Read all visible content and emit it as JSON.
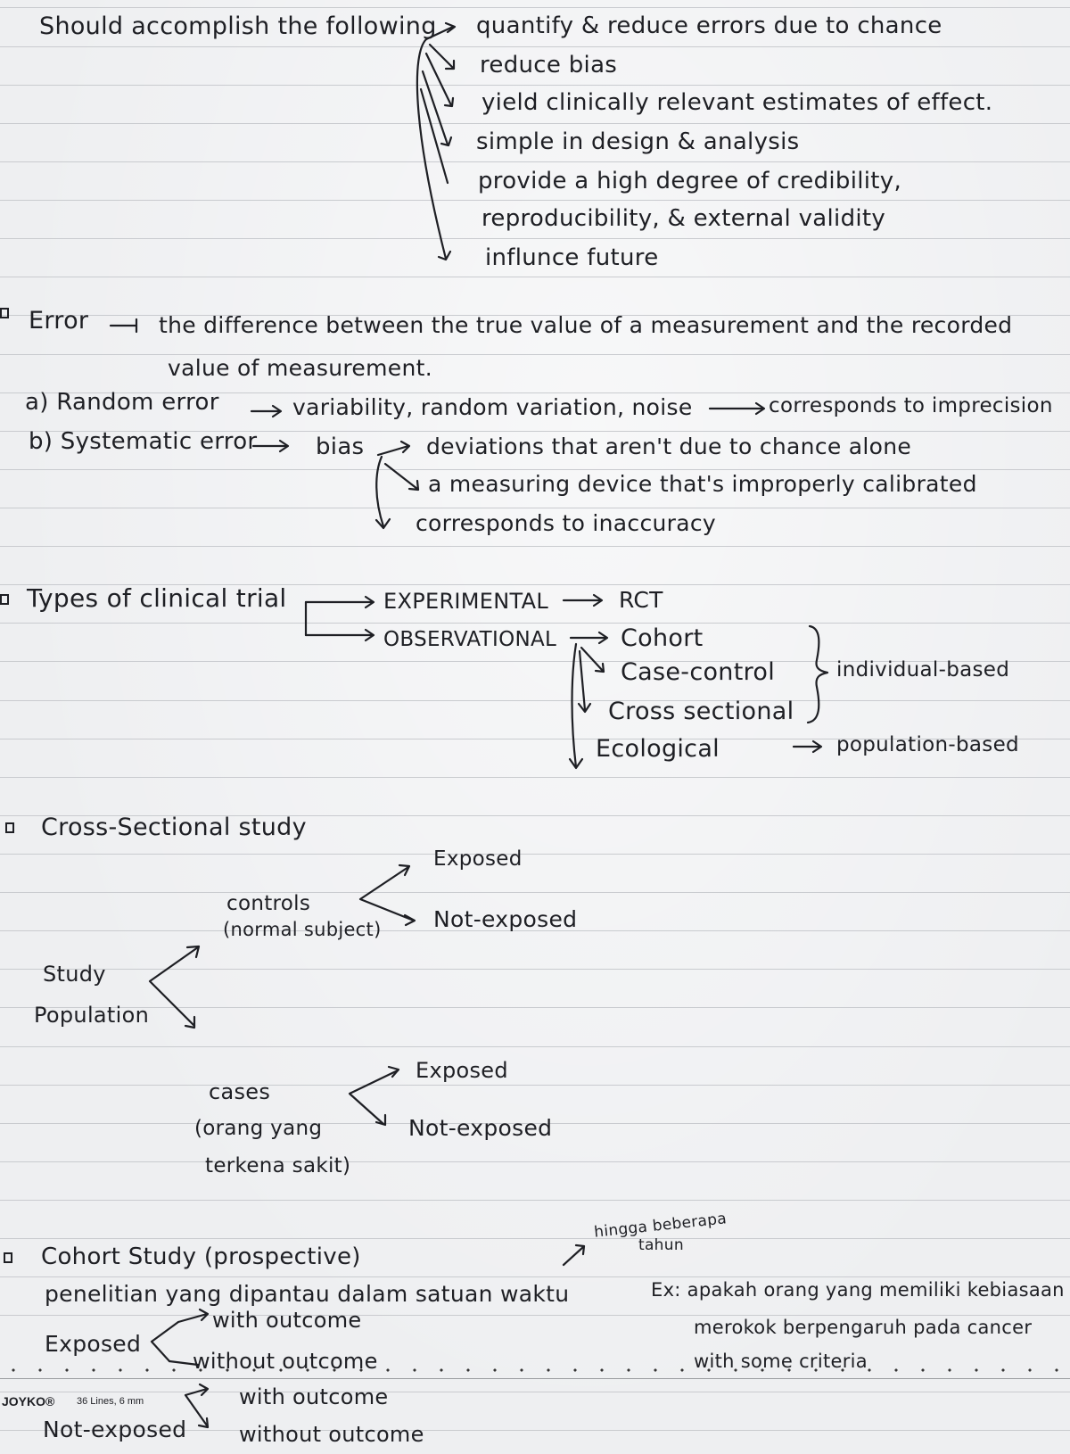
{
  "accomplish": {
    "intro": "Should accomplish the following",
    "items": [
      "quantify & reduce errors due to chance",
      "reduce bias",
      "yield clinically relevant estimates of effect.",
      "simple in design & analysis",
      "provide a high degree of credibility,",
      "reproducibility, & external validity",
      "influnce future"
    ]
  },
  "error": {
    "label": "Error",
    "definition_line1": "the difference between the true value of a measurement and the recorded",
    "definition_line2": "value of measurement.",
    "random_label": "a) Random error",
    "random_desc": "variability, random variation, noise",
    "random_result": "corresponds to imprecision",
    "systematic_label": "b) Systematic error",
    "systematic_term": "bias",
    "systematic_items": [
      "deviations that aren't due to chance alone",
      "a measuring device that's improperly calibrated",
      "corresponds to inaccuracy"
    ]
  },
  "trial_types": {
    "label": "Types of clinical trial",
    "experimental": "EXPERIMENTAL",
    "rct": "RCT",
    "observational": "OBSERVATIONAL",
    "observational_items": [
      "Cohort",
      "Case-control",
      "Cross sectional",
      "Ecological"
    ],
    "individual_based": "individual-based",
    "population_based": "population-based"
  },
  "cross_sectional": {
    "title": "Cross-Sectional study",
    "controls_line1": "controls",
    "controls_line2": "(normal subject)",
    "population_line1": "Study",
    "population_line2": "Population",
    "cases_line1": "cases",
    "cases_line2": "(orang yang",
    "cases_line3": "terkena sakit)",
    "exposed": "Exposed",
    "exposed_cases": "Exposed",
    "not_exposed": "Not-exposed"
  },
  "cohort": {
    "title": "Cohort Study (prospective)",
    "note_line1": "hingga beberapa",
    "note_line2": "tahun",
    "description": "penelitian yang dipantau dalam satuan waktu",
    "example_line1": "Ex: apakah orang yang memiliki kebiasaan",
    "example_line2": "merokok berpengaruh pada cancer",
    "example_line3": "with some criteria",
    "exposed": "Exposed",
    "not_exposed": "Not-exposed",
    "with_outcome": "with outcome",
    "without_outcome": "without outcome",
    "with_outcome_2": "with outcome",
    "without_outcome_2": "without outcome"
  },
  "notebook": {
    "brand": "JOYKO®",
    "spec": "36 Lines, 6 mm"
  }
}
